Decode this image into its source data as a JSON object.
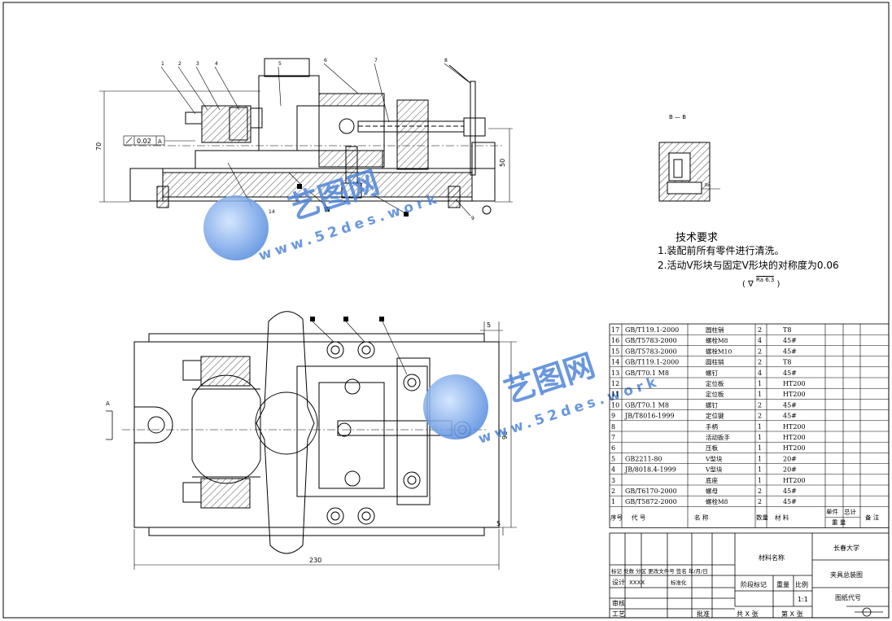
{
  "balloons": [
    "1",
    "2",
    "3",
    "4",
    "5",
    "6",
    "7",
    "8",
    "9",
    "14"
  ],
  "section_label": "B — B",
  "dims": {
    "height_70": "70",
    "height_50": "50",
    "tol_frame": "0.02",
    "tol_ref": "A",
    "width_230": "230",
    "width_5a": "5",
    "width_5b": "5",
    "height_98": "98",
    "view_a": "A",
    "roughness": "Ra 6.3"
  },
  "tech": {
    "title": "技术要求",
    "line1": "1.装配前所有零件进行清洗。",
    "line2": "2.活动V形块与固定V形块的对称度为0.06",
    "rough_left": "(",
    "rough_right": ")"
  },
  "watermark": {
    "brand": "艺图网",
    "url": "www.52des.work"
  },
  "bom": {
    "rows": [
      {
        "no": "17",
        "code": "GB/T119.1-2000",
        "name": "圆柱销",
        "qty": "2",
        "mat": "T8"
      },
      {
        "no": "16",
        "code": "GB/T5783-2000",
        "name": "螺栓M8",
        "qty": "4",
        "mat": "45#"
      },
      {
        "no": "15",
        "code": "GB/T5783-2000",
        "name": "螺栓M10",
        "qty": "2",
        "mat": "45#"
      },
      {
        "no": "14",
        "code": "GB/T119.1-2000",
        "name": "圆柱销",
        "qty": "2",
        "mat": "T8"
      },
      {
        "no": "13",
        "code": "GB/T70.1 M8",
        "name": "螺钉",
        "qty": "4",
        "mat": "45#"
      },
      {
        "no": "12",
        "code": "",
        "name": "定位板",
        "qty": "1",
        "mat": "HT200"
      },
      {
        "no": "11",
        "code": "",
        "name": "定位板",
        "qty": "1",
        "mat": "HT200"
      },
      {
        "no": "10",
        "code": "GB/T70.1 M8",
        "name": "螺钉",
        "qty": "2",
        "mat": "45#"
      },
      {
        "no": "9",
        "code": "JB/T8016-1999",
        "name": "定位键",
        "qty": "2",
        "mat": "45#"
      },
      {
        "no": "8",
        "code": "",
        "name": "手柄",
        "qty": "1",
        "mat": "HT200"
      },
      {
        "no": "7",
        "code": "",
        "name": "活动扳手",
        "qty": "1",
        "mat": "HT200"
      },
      {
        "no": "6",
        "code": "",
        "name": "压板",
        "qty": "1",
        "mat": "HT200"
      },
      {
        "no": "5",
        "code": "GB2211-80",
        "name": "V型块",
        "qty": "1",
        "mat": "20#"
      },
      {
        "no": "4",
        "code": "JB/8018.4-1999",
        "name": "V型块",
        "qty": "1",
        "mat": "20#"
      },
      {
        "no": "3",
        "code": "",
        "name": "底座",
        "qty": "1",
        "mat": "HT200"
      },
      {
        "no": "2",
        "code": "GB/T6170-2000",
        "name": "螺母",
        "qty": "2",
        "mat": "45#"
      },
      {
        "no": "1",
        "code": "GB/T5872-2000",
        "name": "螺栓M8",
        "qty": "2",
        "mat": "45#"
      }
    ],
    "header": {
      "no": "序号",
      "code": "代 号",
      "name": "名 称",
      "qty": "数量",
      "mat": "材 料",
      "single": "单件",
      "total": "总计",
      "weight": "重 量",
      "remark": "备 注"
    }
  },
  "title_block": {
    "material": "材料名称",
    "school": "长春大学",
    "drawing": "夹具总装图",
    "code_label": "图纸代号",
    "revision": "标记 处数  分区 更改文件号 签名 年/月/日",
    "design": "设计",
    "designer": "XXXX",
    "standard": "标准化",
    "stage": "阶段标记",
    "weight": "重量",
    "scale_label": "比例",
    "scale": "1:1",
    "review": "审核",
    "process": "工艺",
    "approve": "批准",
    "sheets_total": "共  X  张",
    "sheet_no": "第  X  张"
  }
}
